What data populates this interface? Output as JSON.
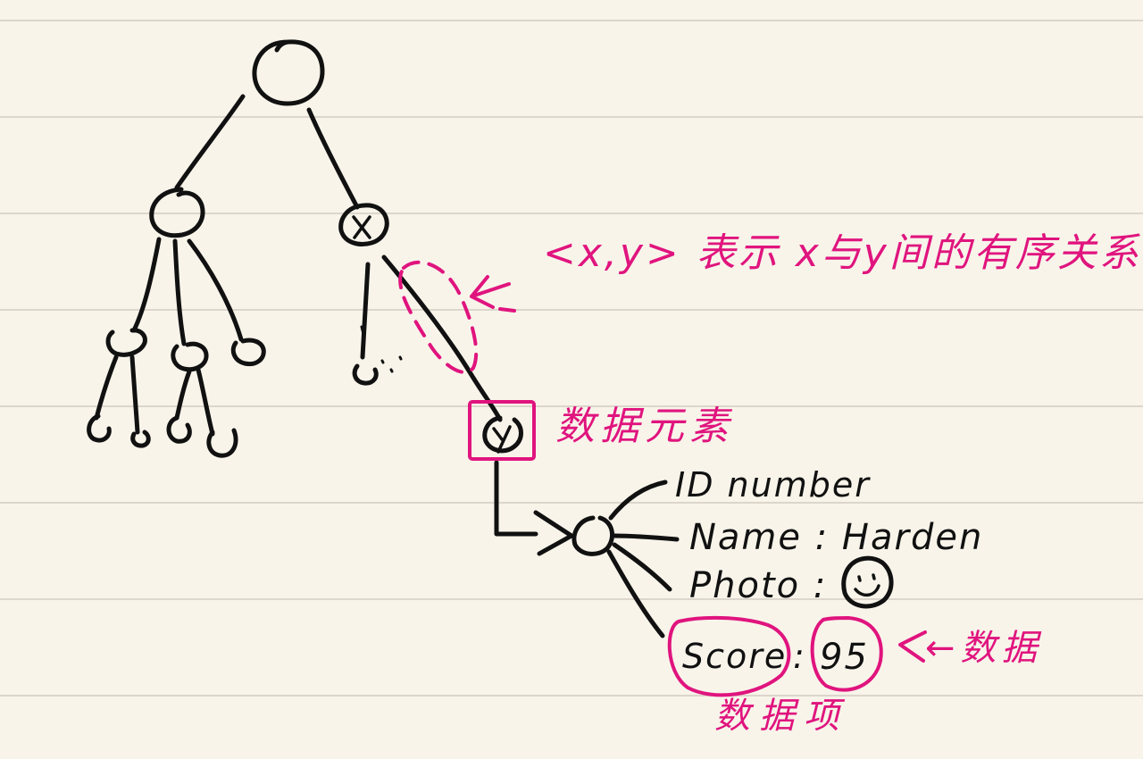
{
  "colors": {
    "paper": "#f8f4ea",
    "rule": "#dcd6cc",
    "ink": "#111111",
    "highlight": "#e0147e"
  },
  "tree": {
    "node_x_label": "x",
    "node_y_label": "y"
  },
  "annotations": {
    "relation_note": "<x,y> 表示 x与y间的有序关系",
    "data_element": "数据元素",
    "data_item_arrow": "←数据",
    "data_item_below": "数据项"
  },
  "record": {
    "id_line": "ID number",
    "name_line": "Name : Harden",
    "photo_line": "Photo :",
    "score_key": "Score",
    "score_sep": ":",
    "score_value": "95"
  }
}
